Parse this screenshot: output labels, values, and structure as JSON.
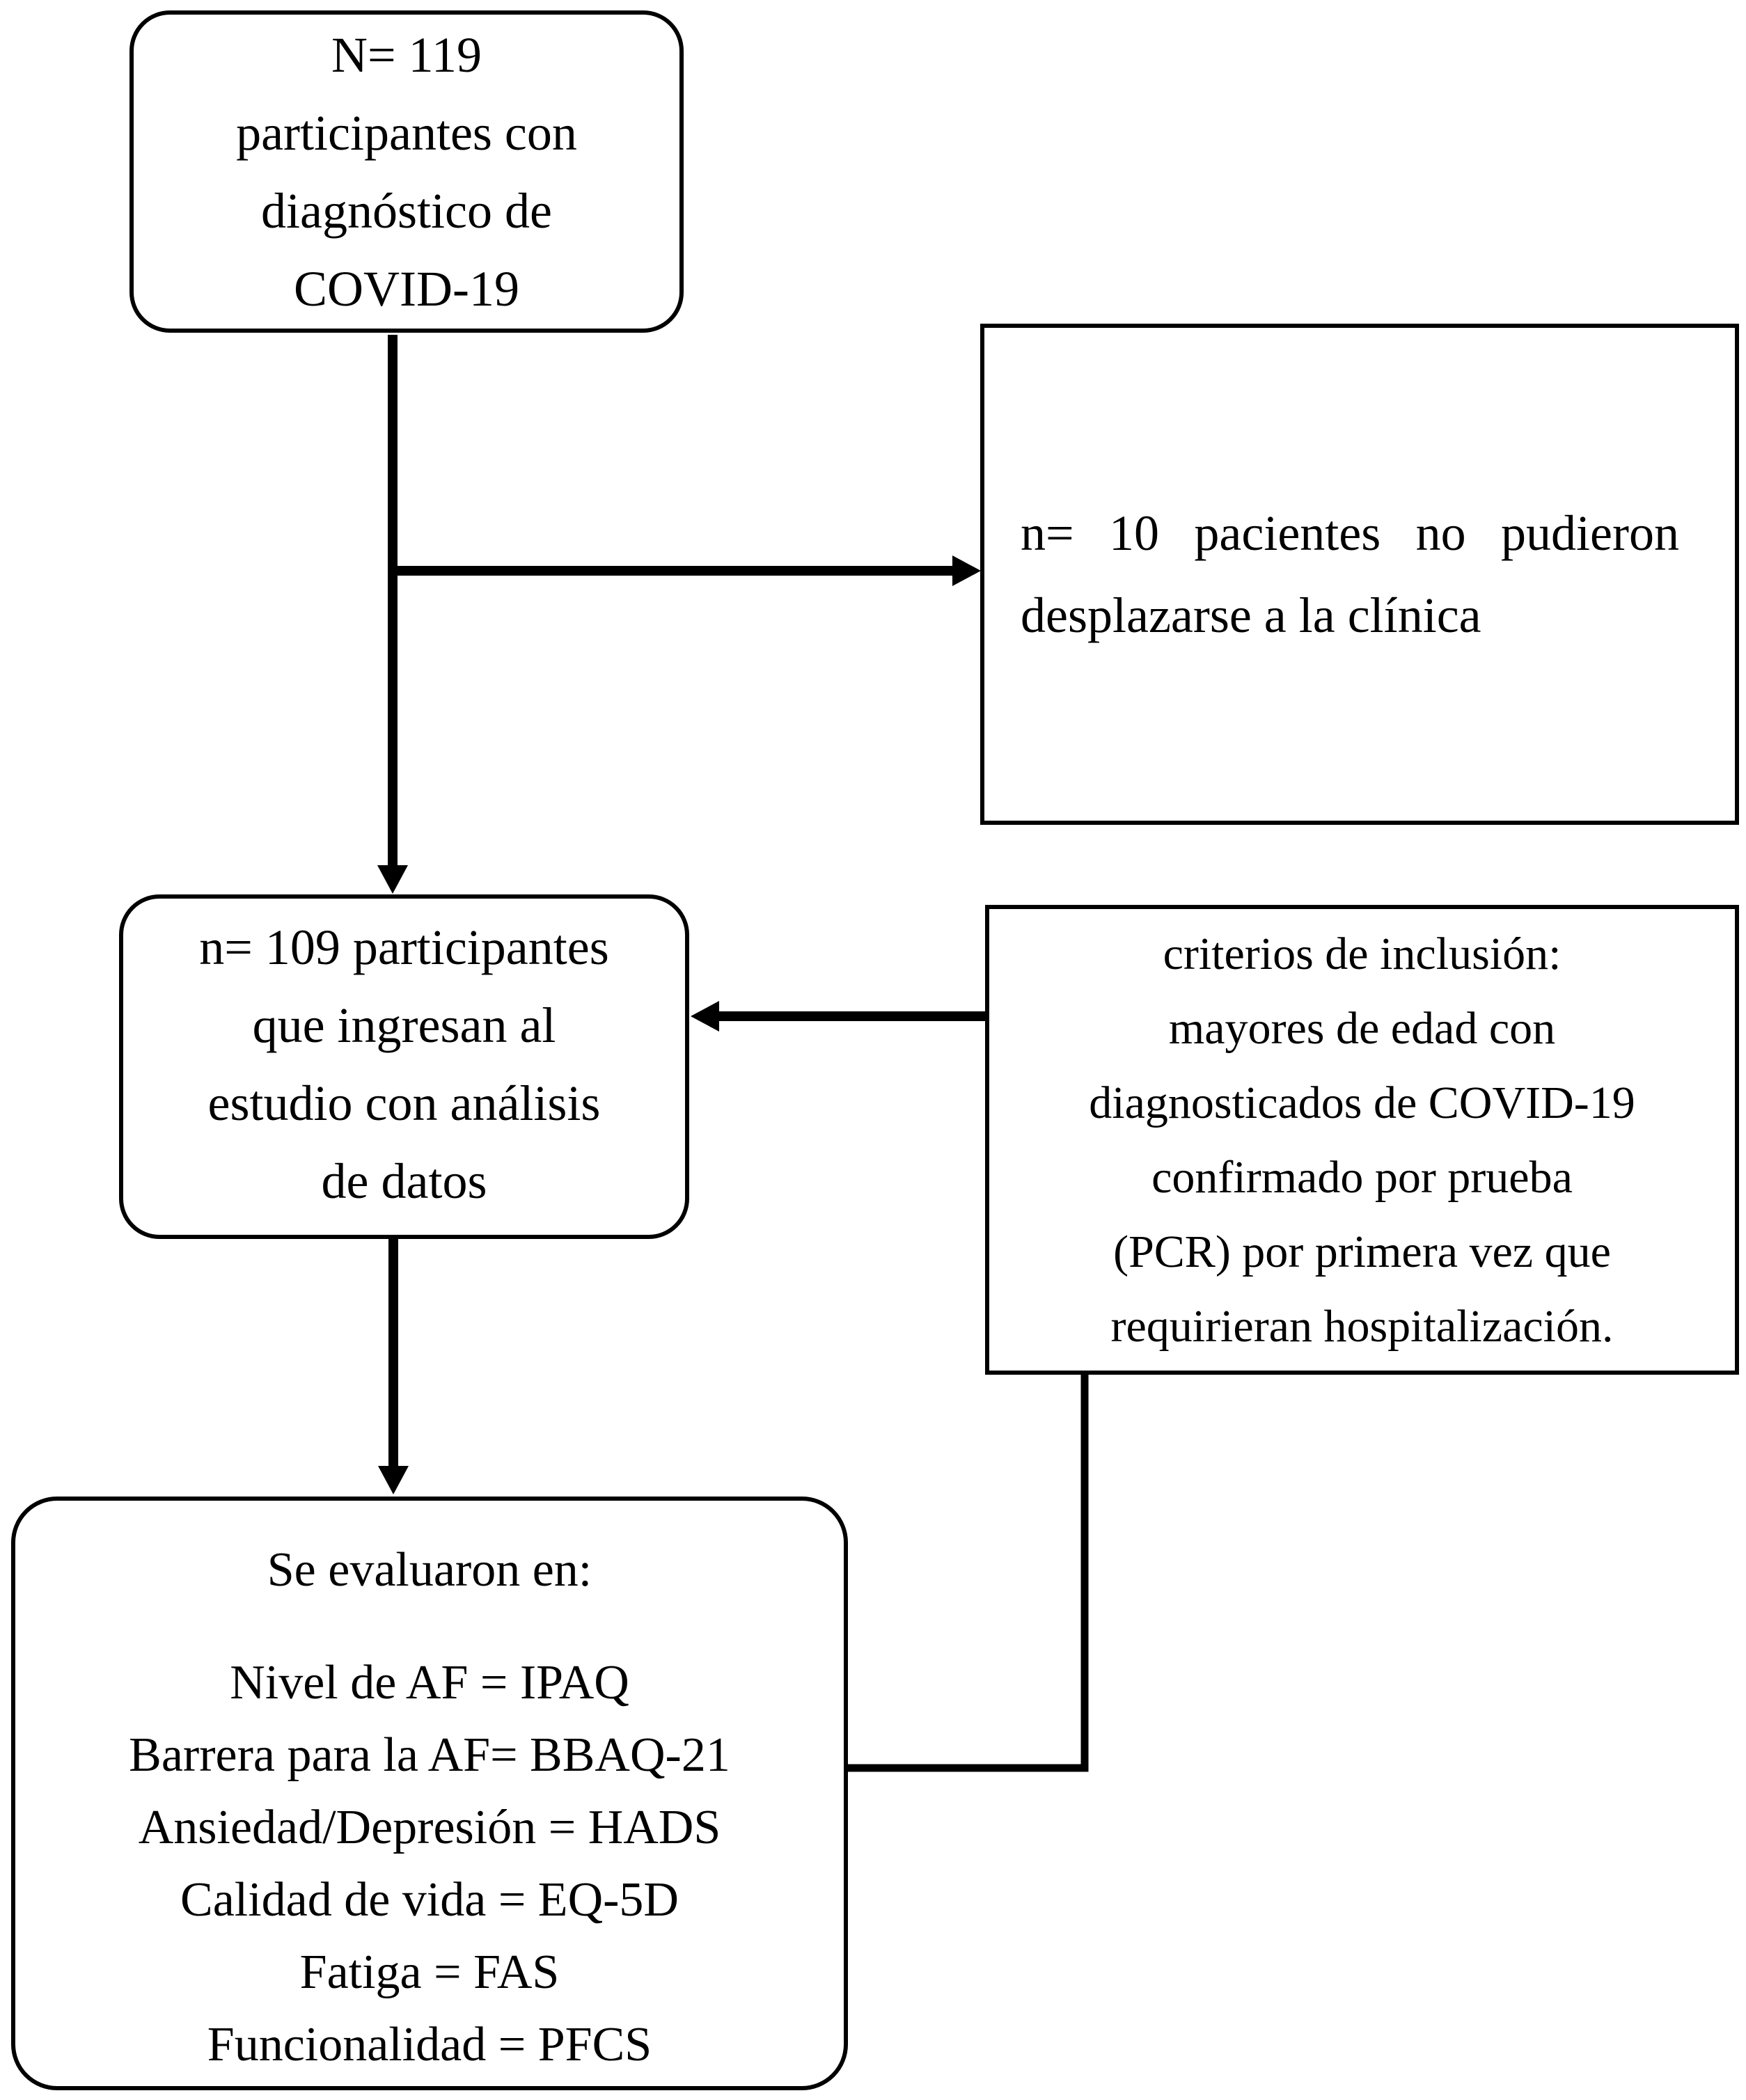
{
  "colors": {
    "ink": "#000000",
    "paper": "#ffffff"
  },
  "flowchart": {
    "enrolled": {
      "lines": [
        "N= 119",
        "participantes con",
        "diagnóstico de",
        "COVID-19"
      ]
    },
    "excluded": {
      "lines": [
        "n= 10 pacientes no pudieron",
        "desplazarse a la clínica"
      ]
    },
    "included": {
      "lines": [
        "n= 109 participantes",
        "que ingresan al",
        "estudio con análisis",
        "de datos"
      ]
    },
    "criteria": {
      "lines": [
        "criterios de inclusión:",
        "mayores de edad con",
        "diagnosticados de COVID-19",
        "confirmado por prueba",
        "(PCR) por primera vez que",
        "requirieran hospitalización."
      ]
    },
    "evaluated": {
      "title": "Se evaluaron en:",
      "items": [
        "Nivel de AF = IPAQ",
        "Barrera para la AF= BBAQ-21",
        "Ansiedad/Depresión = HADS",
        "Calidad de vida = EQ-5D",
        "Fatiga = FAS",
        "Funcionalidad = PFCS"
      ]
    }
  }
}
